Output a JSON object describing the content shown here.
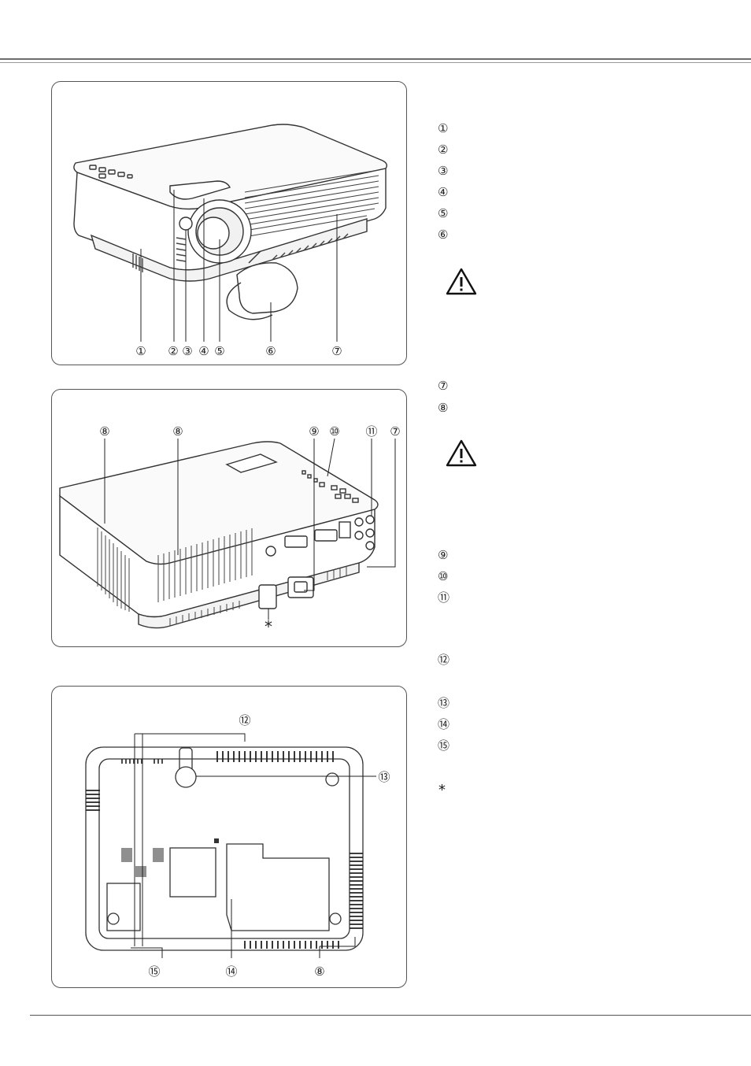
{
  "front_panel": {
    "callouts": [
      "①",
      "②",
      "③",
      "④",
      "⑤",
      "⑥",
      "⑦"
    ]
  },
  "rear_panel": {
    "callouts": [
      "⑧",
      "⑧",
      "⑨",
      "⑩",
      "⑪",
      "⑦"
    ],
    "asterisk": "*"
  },
  "bottom_panel": {
    "callouts": [
      "⑫",
      "⑬",
      "⑮",
      "⑭",
      "⑧"
    ]
  },
  "side_list_front": [
    "①",
    "②",
    "③",
    "④",
    "⑤",
    "⑥"
  ],
  "side_list_rear_a": [
    "⑦",
    "⑧"
  ],
  "side_list_rear_b": [
    "⑨",
    "⑩",
    "⑪"
  ],
  "side_list_bottom": [
    "⑫",
    "⑬",
    "⑭",
    "⑮"
  ],
  "footnote_marker": "*",
  "icons": [
    "warning-icon",
    "warning-icon"
  ]
}
